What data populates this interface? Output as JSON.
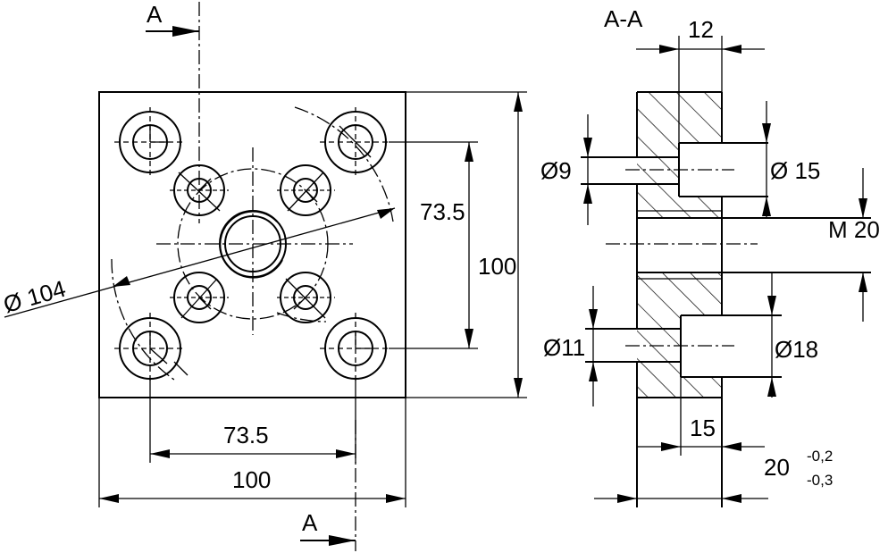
{
  "labels": {
    "section_mark_top": "A",
    "section_mark_bottom": "A",
    "section_title": "A-A",
    "dim_front_horizontal_spacing": "73.5",
    "dim_front_width": "100",
    "dim_front_vertical_spacing": "73.5",
    "dim_front_height": "100",
    "dim_pitch_circle": "Ø 104",
    "dim_section_counterbore_top_depth": "12",
    "dim_hole_small_top": "Ø9",
    "dim_counterbore_top": "Ø 15",
    "dim_thread": "M 20",
    "dim_hole_small_bottom": "Ø11",
    "dim_counterbore_bottom": "Ø18",
    "dim_section_counterbore_bottom_depth": "15",
    "dim_thickness": "20",
    "tol_upper": "-0,2",
    "tol_lower": "-0,3"
  },
  "colors": {
    "line": "#000000",
    "background": "#ffffff"
  }
}
